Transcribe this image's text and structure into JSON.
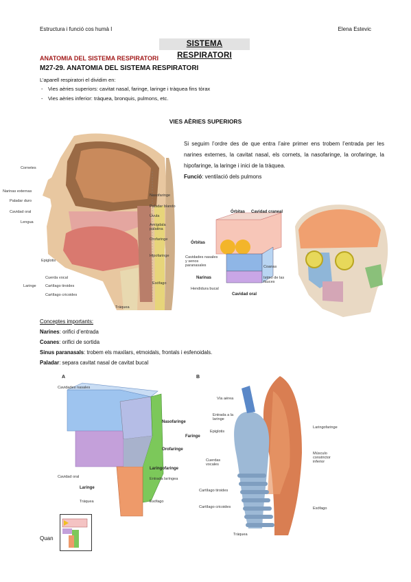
{
  "header": {
    "left": "Estructura i funció cos humà I",
    "right": "Elena Estevic"
  },
  "title": "SISTEMA RESPIRATORI",
  "section": "ANATOMIA DEL SISTEMA RESPIRATORI",
  "subsection": "M27-29. ANATOMIA DEL SISTEMA RESPIRATORI",
  "intro": "L’aparell respiratori el dividim en:",
  "bullets": [
    "Vies aèries superiors: cavitat nasal, faringe, laringe i tràquea fins tòrax",
    "Vies aèries inferior: tràquea, bronquis, pulmons, etc."
  ],
  "upper_heading": "VIES AÈRIES SUPERIORS",
  "paragraph": "Si seguim l’ordre des de que entra l’aire primer ens trobem l’entrada per les narines externes, la cavitat nasal, els cornets, la nasofaringe, la orofaringe, la hipofaringe, la laringe i inici de la tràquea.",
  "function": {
    "label": "Funció",
    "text": ": ventilació dels pulmons"
  },
  "concepts_title": "Conceptes importants:",
  "concepts": [
    {
      "term": "Narines",
      "text": ": orifici d’entrada"
    },
    {
      "term": "Coanes",
      "text": ": orifici de sortida"
    },
    {
      "term": "Sinus paranasals",
      "text": ": trobem els maxilars, etmoidals, frontals i esfenoidals."
    },
    {
      "term": "Paladar",
      "text": ": separa cavitat nasal de cavitat bucal"
    }
  ],
  "footer_word": "Quan",
  "fig1": {
    "left_labels": [
      "Cornetes",
      "Narinas externas",
      "Paladar duro",
      "Cavidad oral",
      "Lengua",
      "Epiglotis",
      "Cuerda vocal",
      "Cartílago tiroides",
      "Cartílago cricoides",
      "Laringe"
    ],
    "right_labels": [
      "Nasofaringe",
      "Paladar blando",
      "Úvula",
      "Amígdala palatina",
      "Orofaringe",
      "Hipofaringe",
      "Esófago",
      "Tráquea"
    ]
  },
  "fig2": {
    "labels": [
      "Órbitas",
      "Cavidad craneal",
      "Cavidades nasales y senos paranasales",
      "Coanas",
      "Narinas",
      "Istmo de las fauces",
      "Hendidura bucal",
      "Cavidad oral"
    ]
  },
  "fig3": {
    "letter": "A",
    "labels": [
      "Cavidades nasales",
      "Nasofaringe",
      "Faringe",
      "Orofaringe",
      "Cavidad oral",
      "Laringofaringe",
      "Entrada laríngea",
      "Laringe",
      "Tráquea",
      "Esófago"
    ]
  },
  "fig4": {
    "letter": "B",
    "labels": [
      "Vía aérea",
      "Entrada a la laringe",
      "Epiglotis",
      "Cuerdas vocales",
      "Cartílago tiroides",
      "Cartílago cricoides",
      "Tráquea",
      "Laringofaringe",
      "Músculo constrictor inferior",
      "Esófago"
    ]
  }
}
